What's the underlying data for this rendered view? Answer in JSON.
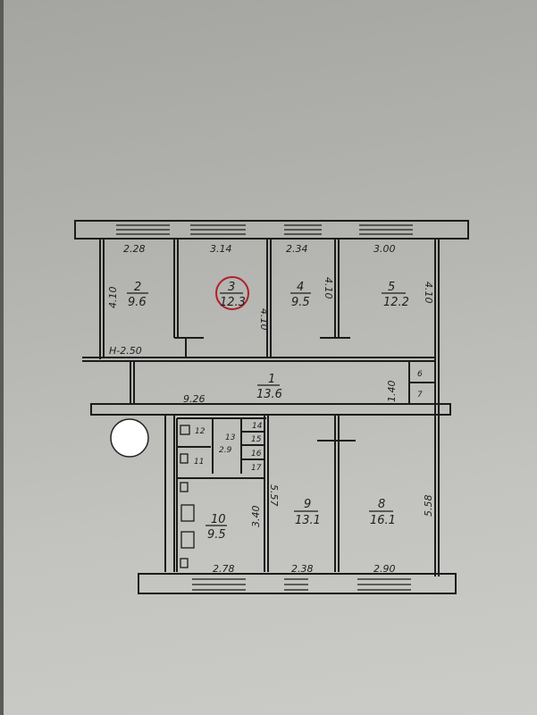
{
  "rooms": [
    {
      "num": "1",
      "area": "13.6"
    },
    {
      "num": "2",
      "area": "9.6"
    },
    {
      "num": "3",
      "area": "12.3"
    },
    {
      "num": "4",
      "area": "9.5"
    },
    {
      "num": "5",
      "area": "12.2"
    },
    {
      "num": "6"
    },
    {
      "num": "7"
    },
    {
      "num": "8",
      "area": "16.1"
    },
    {
      "num": "9",
      "area": "13.1"
    },
    {
      "num": "10",
      "area": "9.5"
    },
    {
      "num": "11"
    },
    {
      "num": "12"
    },
    {
      "num": "13",
      "area": "2.9"
    },
    {
      "num": "14"
    },
    {
      "num": "15"
    },
    {
      "num": "16"
    },
    {
      "num": "17"
    }
  ],
  "dimensions": {
    "top": [
      "2.28",
      "3.14",
      "2.34",
      "3.00"
    ],
    "side_top": [
      "4.10",
      "4.10",
      "4.10",
      "4.10"
    ],
    "ceiling_height": "H-2.50",
    "corridor_length": "9.26",
    "corridor_width": "1.40",
    "bottom": [
      "2.78",
      "2.38",
      "2.90"
    ],
    "room10_depth": "3.40",
    "room9_depth": "5.57",
    "room8_depth": "5.58"
  },
  "highlight_color": "#b0202a"
}
